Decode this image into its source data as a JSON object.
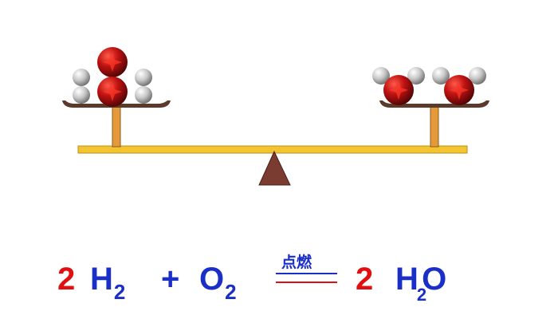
{
  "balance": {
    "left_pan": {
      "molecules": [
        "H2",
        "H2",
        "O2"
      ]
    },
    "right_pan": {
      "molecules": [
        "H2O",
        "H2O"
      ]
    },
    "colors": {
      "beam": "#f4c430",
      "beam_stroke": "#b8901a",
      "post": "#e49a3a",
      "pan": "#5a3a2a",
      "fulcrum": "#7a3b30",
      "oxygen_atom": "#b31010",
      "hydrogen_atom": "#b8b8b8"
    }
  },
  "equation": {
    "left": [
      {
        "coefficient": "2",
        "element": "H",
        "subscript": "2"
      },
      {
        "operator": "+"
      },
      {
        "element": "O",
        "subscript": "2"
      }
    ],
    "condition": "点燃",
    "right": [
      {
        "coefficient": "2",
        "element": "H",
        "subscript": "2",
        "tail": "O"
      }
    ],
    "colors": {
      "coefficient": "#e01010",
      "formula": "#1a2ec8",
      "arrow_top": "#1a2ec8",
      "arrow_bottom": "#e01010"
    }
  }
}
